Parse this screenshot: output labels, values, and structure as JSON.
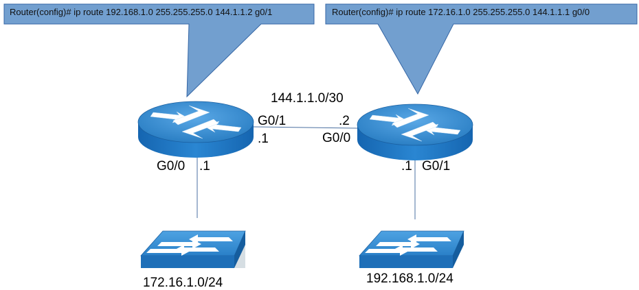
{
  "callouts": {
    "left": "Router(config)# ip route 192.168.1.0 255.255.255.0 144.1.1.2 g0/1",
    "right": "Router(config)# ip route 172.16.1.0 255.255.255.0 144.1.1.1 g0/0"
  },
  "link": {
    "network": "144.1.1.0/30"
  },
  "router_left": {
    "wan_interface": "G0/1",
    "wan_host": ".1",
    "lan_interface": "G0/0",
    "lan_host": ".1"
  },
  "router_right": {
    "wan_interface": "G0/0",
    "wan_host": ".2",
    "lan_interface": "G0/1",
    "lan_host": ".1"
  },
  "lans": {
    "left": "172.16.1.0/24",
    "right": "192.168.1.0/24"
  },
  "colors": {
    "callout_fill": "#729fcf",
    "callout_border": "#3465a4",
    "device_top": "#3b8fd0",
    "device_side": "#1e6fb8",
    "arrow": "#ffffff",
    "link": "#4a6fa0"
  }
}
